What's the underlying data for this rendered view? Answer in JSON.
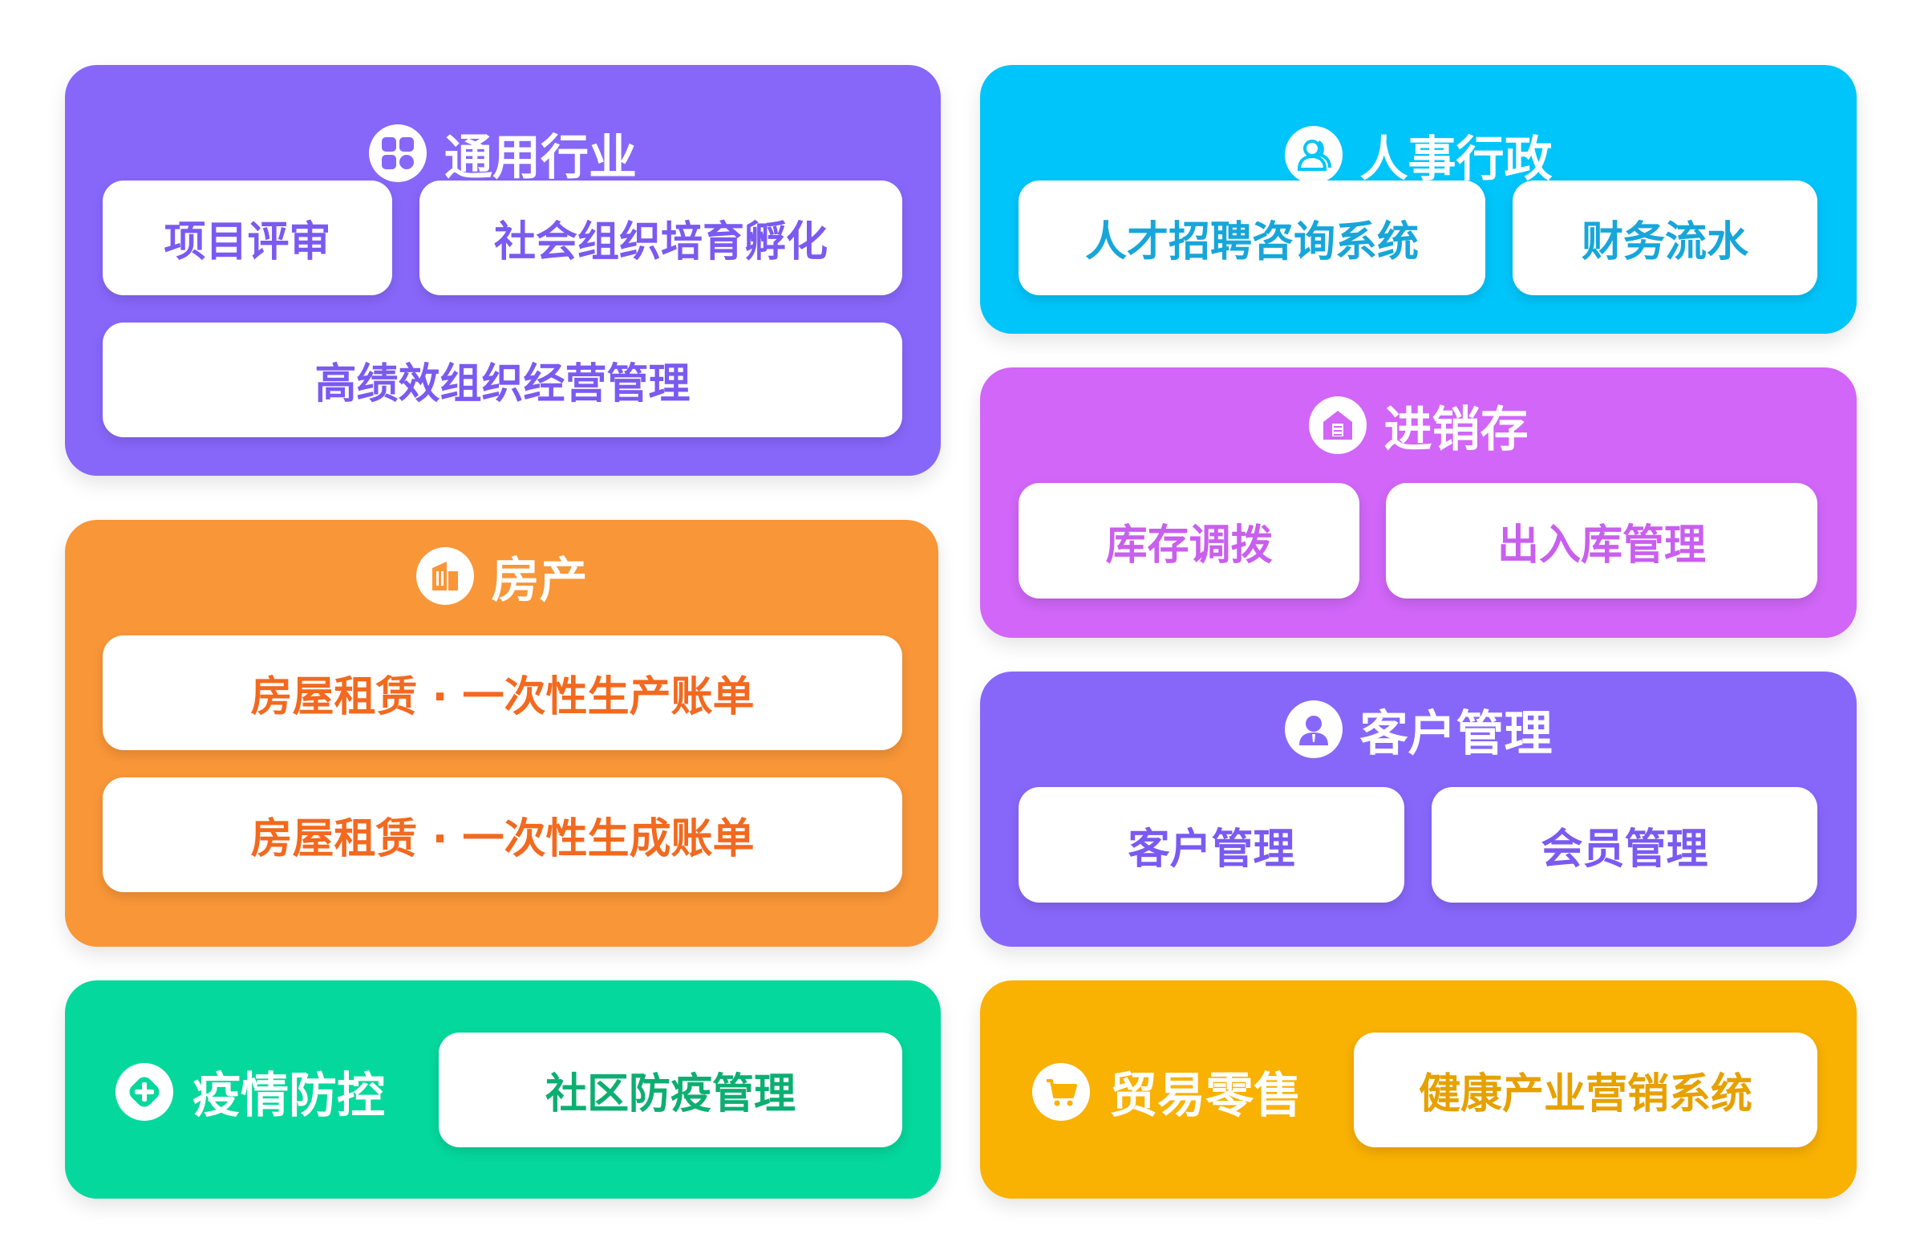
{
  "sections": {
    "general": {
      "title": "通用行业",
      "icon": "grid-icon",
      "items": [
        "项目评审",
        "社会组织培育孵化",
        "高绩效组织经营管理"
      ]
    },
    "hr": {
      "title": "人事行政",
      "icon": "users-icon",
      "items": [
        "人才招聘咨询系统",
        "财务流水"
      ]
    },
    "inventory": {
      "title": "进销存",
      "icon": "warehouse-icon",
      "items": [
        "库存调拨",
        "出入库管理"
      ]
    },
    "realestate": {
      "title": "房产",
      "icon": "building-icon",
      "items": [
        "房屋租赁 · 一次性生产账单",
        "房屋租赁 · 一次性生成账单"
      ]
    },
    "customer": {
      "title": "客户管理",
      "icon": "user-icon",
      "items": [
        "客户管理",
        "会员管理"
      ]
    },
    "epidemic": {
      "title": "疫情防控",
      "icon": "medical-plus-icon",
      "items": [
        "社区防疫管理"
      ]
    },
    "retail": {
      "title": "贸易零售",
      "icon": "cart-icon",
      "items": [
        "健康产业营销系统"
      ]
    }
  },
  "colors": {
    "purple": "#8767FA",
    "cyan": "#00C5FA",
    "pink": "#D166F8",
    "orange": "#F99638",
    "green": "#05D89C",
    "gold": "#F9B102"
  }
}
